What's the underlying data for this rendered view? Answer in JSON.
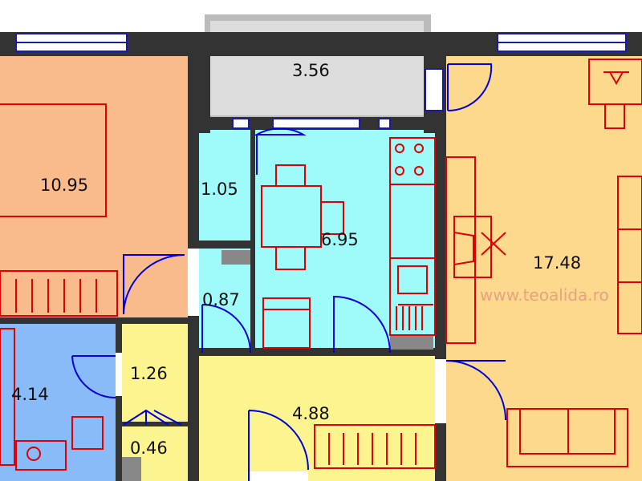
{
  "rooms": [
    {
      "id": "balcony",
      "area": "3.56"
    },
    {
      "id": "bedroom",
      "area": "10.95"
    },
    {
      "id": "living",
      "area": "17.48"
    },
    {
      "id": "pantry",
      "area": "1.05"
    },
    {
      "id": "kitchen",
      "area": "6.95"
    },
    {
      "id": "storage",
      "area": "0.87"
    },
    {
      "id": "bathroom",
      "area": "4.14"
    },
    {
      "id": "hall-small",
      "area": "1.26"
    },
    {
      "id": "wc",
      "area": "0.46"
    },
    {
      "id": "hallway",
      "area": "4.88"
    }
  ],
  "watermark": "www.teoalida.ro",
  "colors": {
    "bedroom": "#f9bb8c",
    "living": "#fdd98e",
    "kitchen": "#9ffafa",
    "bathroom": "#88bbf7",
    "hall": "#fcf58f",
    "balcony": "#dddddd",
    "wall": "#333333",
    "furniture": "#e00000",
    "door": "#0000e0"
  }
}
